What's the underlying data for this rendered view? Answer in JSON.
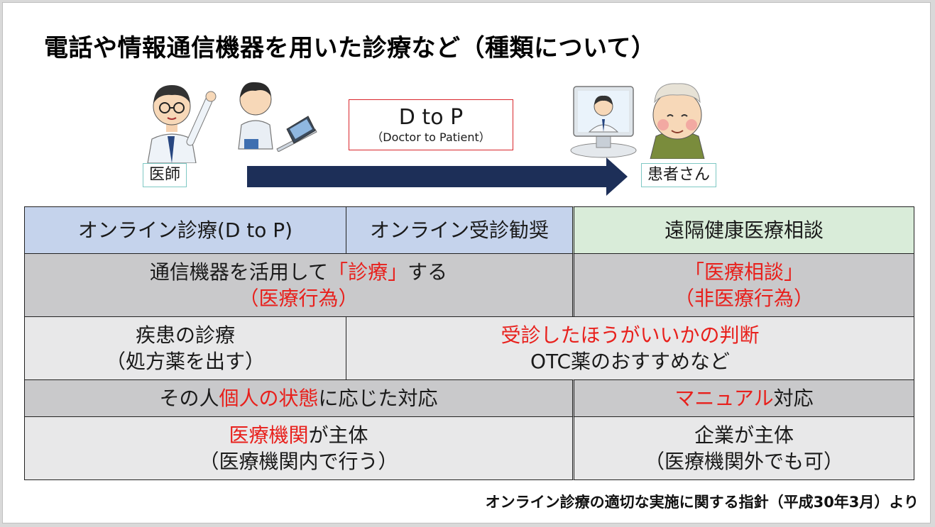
{
  "title": "電話や情報通信機器を用いた診療など（種類について）",
  "labels": {
    "doctor": "医師",
    "patient": "患者さん"
  },
  "dtop": {
    "main": "D to P",
    "sub": "（Doctor to Patient）"
  },
  "table": {
    "header": {
      "online_clinic": "オンライン診療(D to P)",
      "online_recommend": "オンライン受診勧奨",
      "remote_consult": "遠隔健康医療相談"
    },
    "row1": {
      "left_a": "通信機器を活用して",
      "left_red": "「診療」",
      "left_b": "する",
      "left_line2": "（医療行為）",
      "right_line1": "「医療相談」",
      "right_line2": "（非医療行為）"
    },
    "row2": {
      "left_line1": "疾患の診療",
      "left_line2": "（処方薬を出す）",
      "right_line1": "受診したほうがいいかの判断",
      "right_line2": "OTC薬のおすすめなど"
    },
    "row3": {
      "left_a": "その人",
      "left_red": "個人の状態",
      "left_b": "に応じた対応",
      "right_red": "マニュアル",
      "right_b": "対応"
    },
    "row4": {
      "left_red": "医療機関",
      "left_b": "が主体",
      "left_line2": "（医療機関内で行う）",
      "right_line1": "企業が主体",
      "right_line2": "（医療機関外でも可）"
    }
  },
  "footer": "オンライン診療の適切な実施に関する指針（平成30年3月）より"
}
